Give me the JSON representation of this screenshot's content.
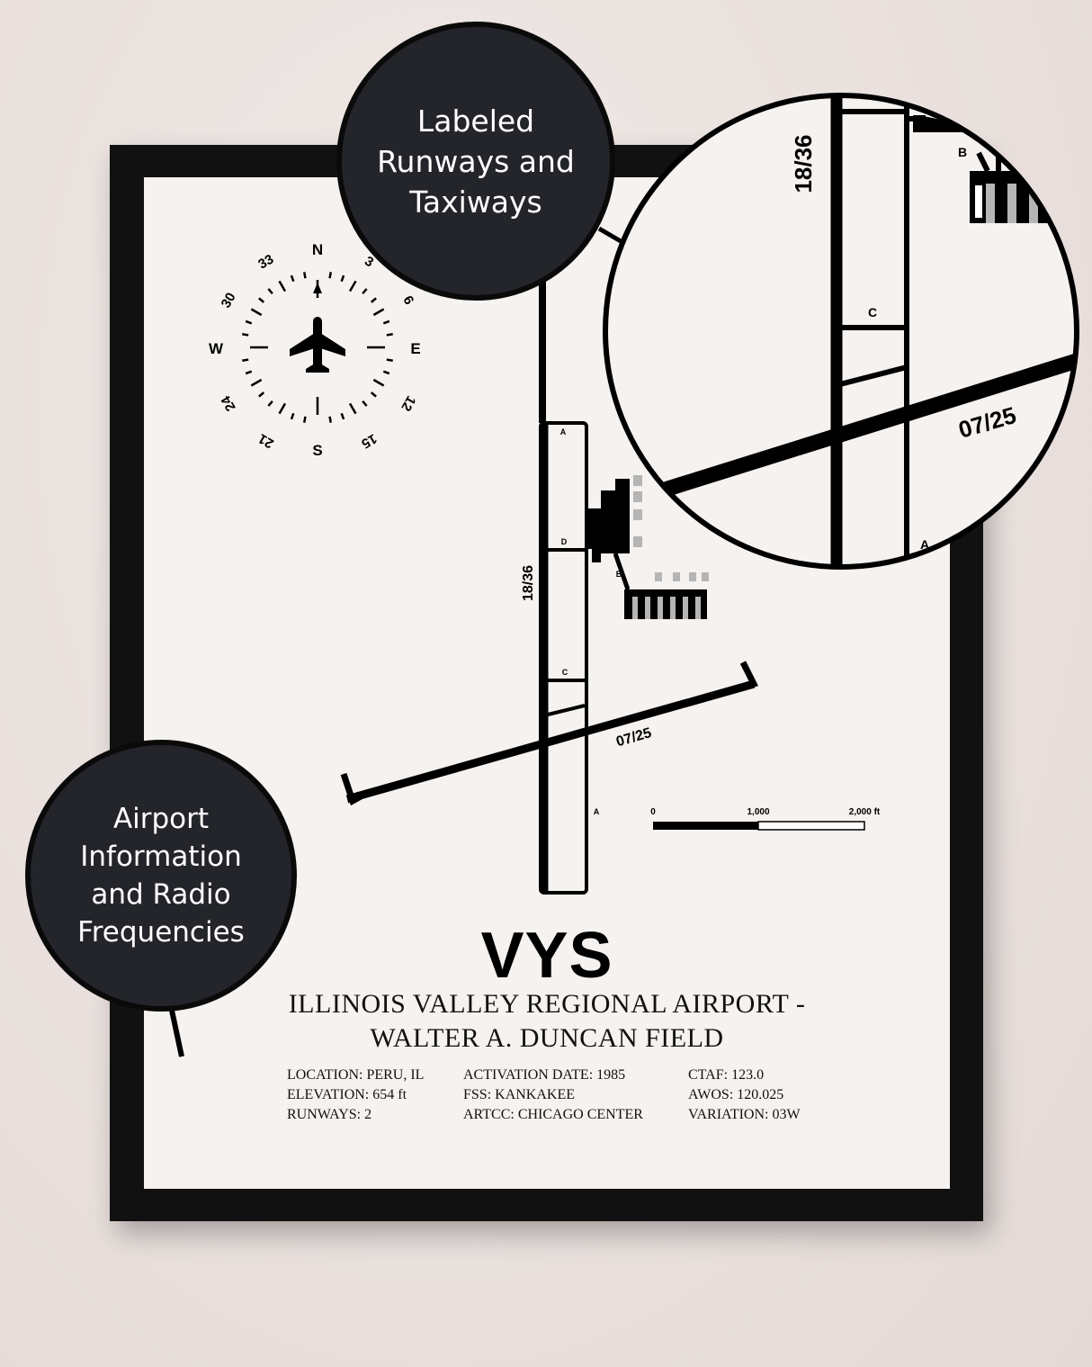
{
  "callouts": {
    "runways": [
      "Labeled",
      "Runways and",
      "Taxiways"
    ],
    "info": [
      "Airport",
      "Information",
      "and Radio",
      "Frequencies"
    ]
  },
  "compass": {
    "cardinals": {
      "n": "N",
      "e": "E",
      "s": "S",
      "w": "W"
    },
    "degrees": {
      "d3": "3",
      "d6": "6",
      "d12": "12",
      "d15": "15",
      "d21": "21",
      "d24": "24",
      "d30": "30",
      "d33": "33"
    }
  },
  "diagram": {
    "runway_1836": "18/36",
    "runway_0725": "07/25",
    "taxiways": {
      "a": "A",
      "b": "B",
      "c": "C",
      "d": "D"
    }
  },
  "scale": {
    "start": "0",
    "mid": "1,000",
    "end": "2,000 ft"
  },
  "airport": {
    "code": "VYS",
    "name_line1": "ILLINOIS VALLEY REGIONAL AIRPORT -",
    "name_line2": "WALTER A. DUNCAN FIELD",
    "location": "LOCATION: PERU, IL",
    "elevation": "ELEVATION: 654 ft",
    "runways": "RUNWAYS: 2",
    "activation": "ACTIVATION DATE: 1985",
    "fss": "FSS: KANKAKEE",
    "artcc": "ARTCC: CHICAGO CENTER",
    "ctaf": "CTAF: 123.0",
    "awos": "AWOS: 120.025",
    "variation": "VARIATION: 03W"
  }
}
